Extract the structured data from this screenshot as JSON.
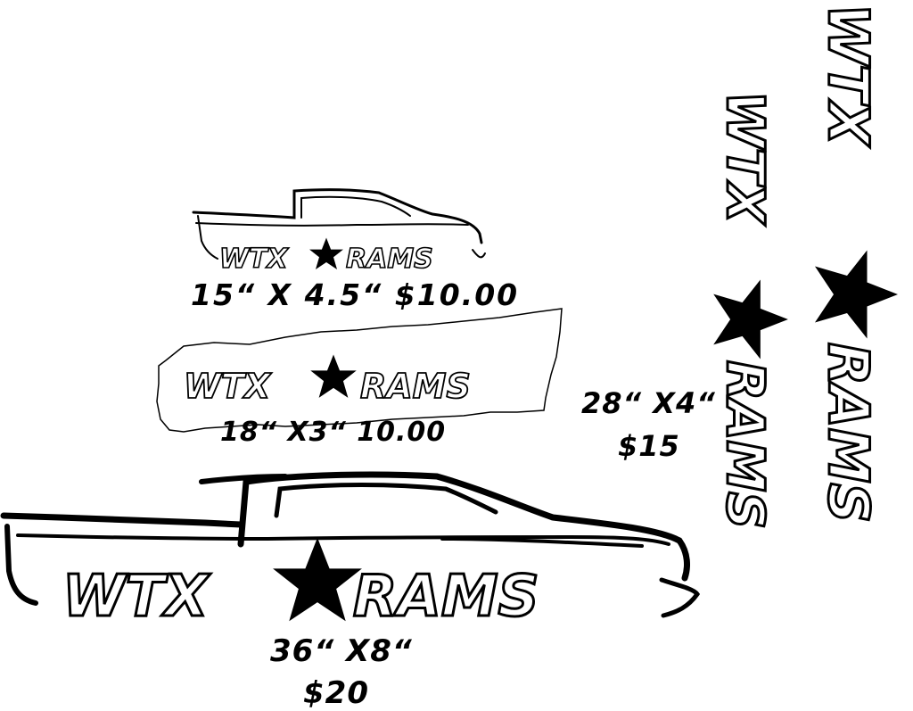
{
  "decals": [
    {
      "name": "truck-decal-small",
      "size_price": "15“ X 4.5“ $10.00"
    },
    {
      "name": "state-decal",
      "size_price": "18“ X3“ 10.00"
    },
    {
      "name": "vertical-decal",
      "size": "28“ X4“",
      "price": "$15"
    },
    {
      "name": "truck-decal-large",
      "size": "36“ X8“",
      "price": "$20"
    }
  ],
  "logo": {
    "left": "WTX",
    "right": "RAMS"
  },
  "colors": {
    "ink": "#000000",
    "background": "#ffffff"
  }
}
